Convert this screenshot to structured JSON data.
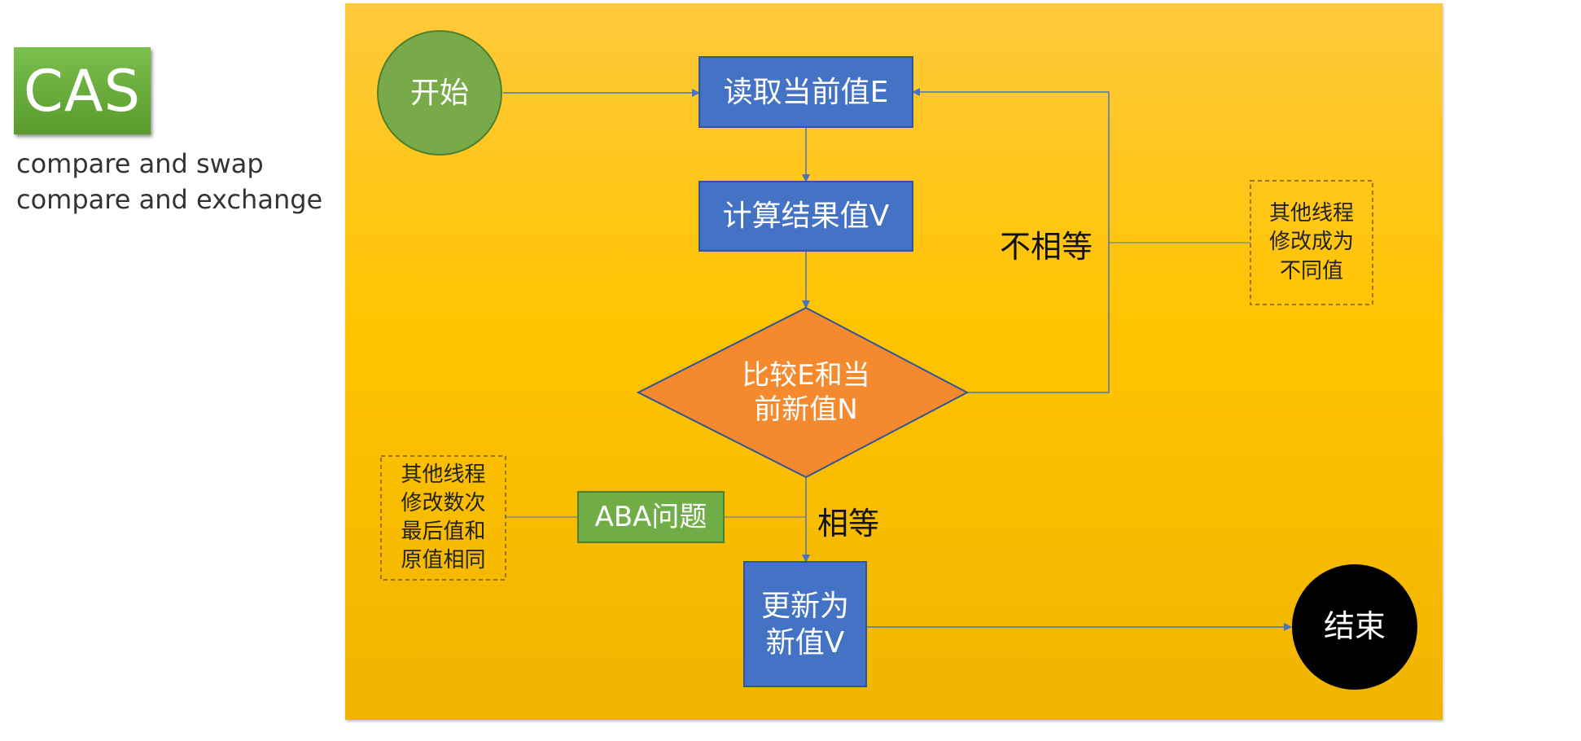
{
  "sidebar": {
    "badge": "CAS",
    "desc_line1": "compare and swap",
    "desc_line2": "compare and exchange"
  },
  "colors": {
    "panel": "#ffc400",
    "start_node": "#78aa4a",
    "process_node": "#4472c4",
    "decision_node": "#f4892e",
    "aba_node": "#70ad47",
    "end_node": "#000000",
    "edge": "#4a72c4"
  },
  "diagram": {
    "start": "开始",
    "read": "读取当前值E",
    "compute": "计算结果值V",
    "compare_line1": "比较E和当",
    "compare_line2": "前新值N",
    "update_line1": "更新为",
    "update_line2": "新值V",
    "end": "结束",
    "aba": "ABA问题",
    "not_equal": "不相等",
    "equal": "相等",
    "note_right_line1": "其他线程",
    "note_right_line2": "修改成为",
    "note_right_line3": "不同值",
    "note_left_line1": "其他线程",
    "note_left_line2": "修改数次",
    "note_left_line3": "最后值和",
    "note_left_line4": "原值相同"
  }
}
